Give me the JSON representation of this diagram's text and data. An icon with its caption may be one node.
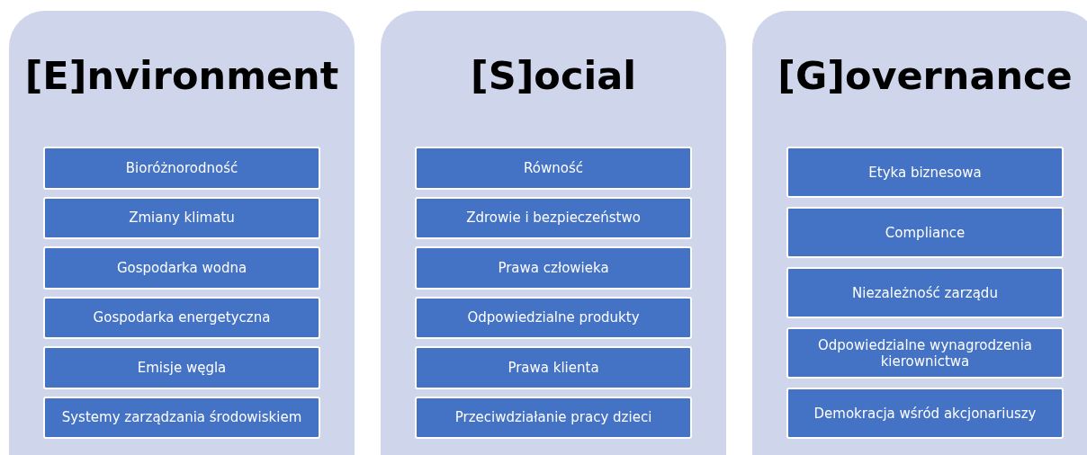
{
  "diagram": {
    "nodes": [
      {
        "text": [
          "[E]nvironment"
        ]
      },
      {
        "text": [
          "Bioróżnorodność"
        ],
        "in": 0
      },
      {
        "text": [
          "Zmiany klimatu"
        ],
        "in": 0
      },
      {
        "text": [
          "Gospodarka wodna"
        ],
        "in": 0
      },
      {
        "text": [
          "Gospodarka energetyczna"
        ],
        "in": 0
      },
      {
        "text": [
          "Emisje węgla"
        ],
        "in": 0
      },
      {
        "text": [
          "Systemy zarządzania środowiskiem"
        ],
        "in": 0
      },
      {
        "text": [
          "[S]ocial"
        ]
      },
      {
        "text": [
          "Równość"
        ],
        "in": 7
      },
      {
        "text": [
          "Zdrowie i bezpieczeństwo"
        ],
        "in": 7
      },
      {
        "text": [
          "Prawa człowieka"
        ],
        "in": 7
      },
      {
        "text": [
          "Odpowiedzialne produkty"
        ],
        "in": 7
      },
      {
        "text": [
          "Prawa klienta"
        ],
        "in": 7
      },
      {
        "text": [
          "Przeciwdziałanie pracy dzieci"
        ],
        "in": 7
      },
      {
        "text": [
          "[G]overnance"
        ]
      },
      {
        "text": [
          "Etyka biznesowa"
        ],
        "in": 14
      },
      {
        "text": [
          "Compliance"
        ],
        "in": 14
      },
      {
        "text": [
          "Niezależność zarządu"
        ],
        "in": 14
      },
      {
        "text": [
          "Odpowiedzialne wynagrodzenia kierownictwa"
        ],
        "in": 14
      },
      {
        "text": [
          "Demokracja wśród akcjonariuszy"
        ],
        "in": 14
      }
    ]
  }
}
